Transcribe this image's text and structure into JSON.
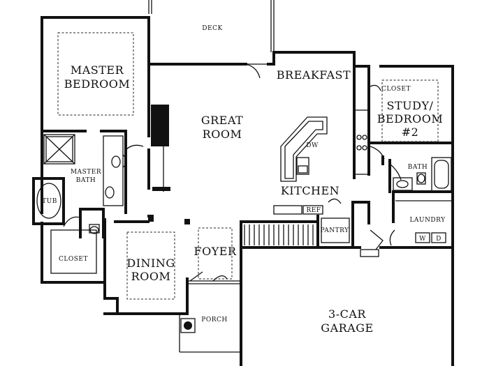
{
  "rooms": {
    "deck": "DECK",
    "master_bedroom": [
      "MASTER",
      "BEDROOM"
    ],
    "breakfast": "BREAKFAST",
    "closet_study": "CLOSET",
    "study_bedroom": [
      "STUDY/",
      "BEDROOM",
      "#2"
    ],
    "great_room": [
      "GREAT",
      "ROOM"
    ],
    "master_bath": [
      "MASTER",
      "BATH"
    ],
    "dw": "DW",
    "bath": "BATH",
    "tub": "TUB",
    "kitchen": "KITCHEN",
    "ref": "REF",
    "laundry": "LAUNDRY",
    "pantry": "PANTRY",
    "washer": "W",
    "dryer": "D",
    "closet_master": "CLOSET",
    "foyer": "FOYER",
    "dining_room": [
      "DINING",
      "ROOM"
    ],
    "porch": "PORCH",
    "garage": [
      "3-CAR",
      "GARAGE"
    ]
  }
}
